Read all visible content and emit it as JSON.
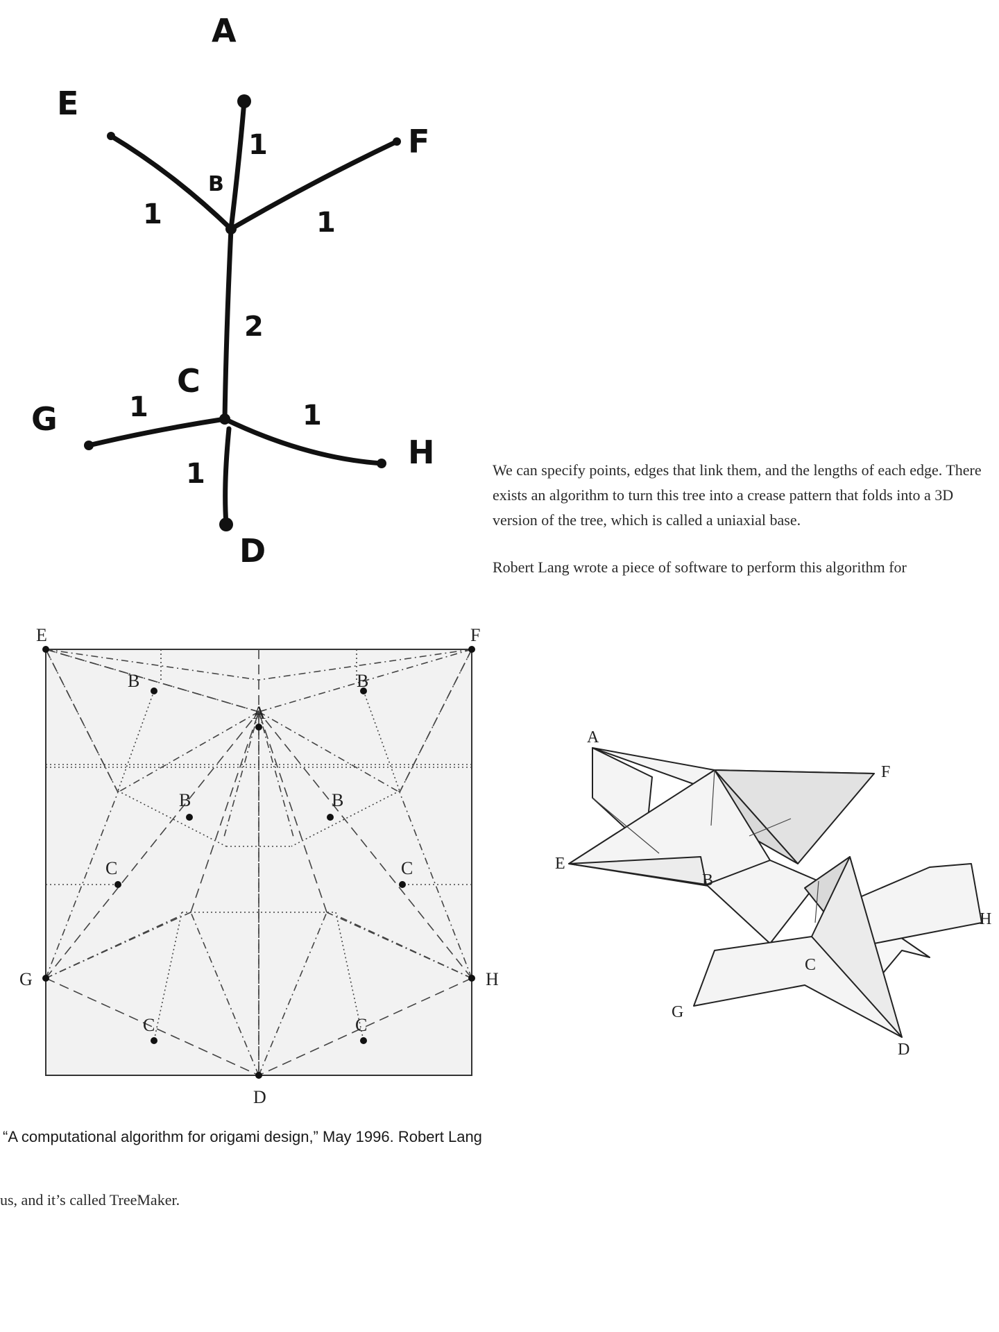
{
  "tree_sketch": {
    "node_labels": [
      "A",
      "B",
      "C",
      "D",
      "E",
      "F",
      "G",
      "H"
    ],
    "edge_lengths": {
      "A_B": "1",
      "E_B": "1",
      "F_B": "1",
      "B_C": "2",
      "G_C": "1",
      "H_C": "1",
      "D_C": "1"
    },
    "stroke_color": "#111111"
  },
  "crease_pattern": {
    "corner_labels": [
      "E",
      "F",
      "G",
      "H",
      "D"
    ],
    "center_label": "A",
    "flap_labels": [
      "B",
      "B",
      "B",
      "B",
      "C",
      "C",
      "C",
      "C"
    ],
    "paper_color": "#f2f2f2",
    "line_color": "#333333"
  },
  "folded_base": {
    "labels": [
      "A",
      "F",
      "E",
      "B",
      "H",
      "C",
      "G",
      "D"
    ],
    "fill_color": "#f4f4f4",
    "shade_color": "#d9d9d9"
  },
  "text": {
    "para1": "We can specify points, edges that link them, and the lengths of each edge. There exists an algorithm to turn this tree into a crease pattern that folds into a 3D version of the tree, which is called a uniaxial base.",
    "para2_start": "Robert Lang wrote a piece of software to perform this algorithm for",
    "caption": "“A computational algorithm for origami design,” May 1996. Robert Lang",
    "para2_end": "us, and it’s called TreeMaker."
  }
}
